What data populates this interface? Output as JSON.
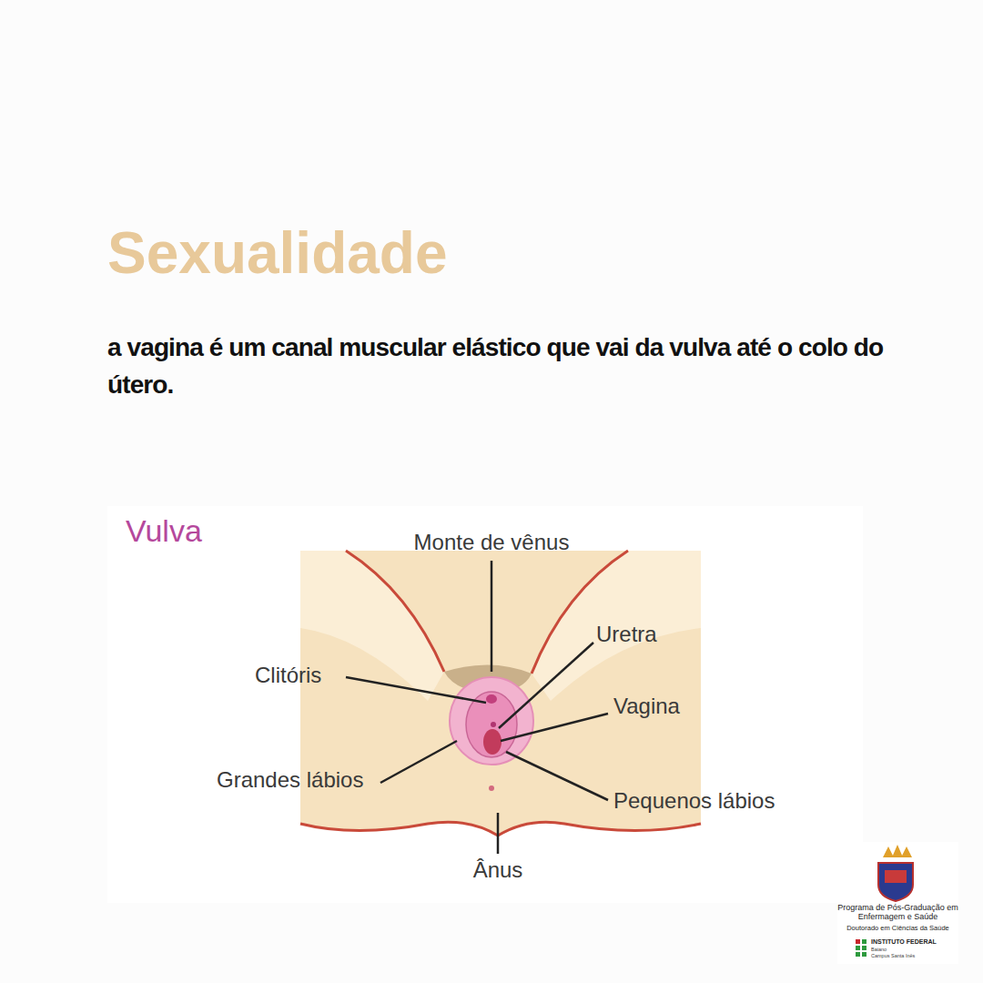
{
  "diagram": {
    "title": "Sexualidade",
    "labels": [
      "a vagina é um canal muscular elástico que vai da vulva até o colo do útero.",
      "Vulva",
      "Monte de vênus",
      "Uretra",
      "Clitóris",
      "Vagina",
      "Grandes lábios",
      "Pequenos lábios",
      "Ânus",
      "Programa de Pós-Graduação em Enfermagem e Saúde",
      "Doutorado em Ciências da Saúde",
      "INSTITUTO FEDERAL",
      "Baiano",
      "Campus Santa Inês"
    ]
  }
}
